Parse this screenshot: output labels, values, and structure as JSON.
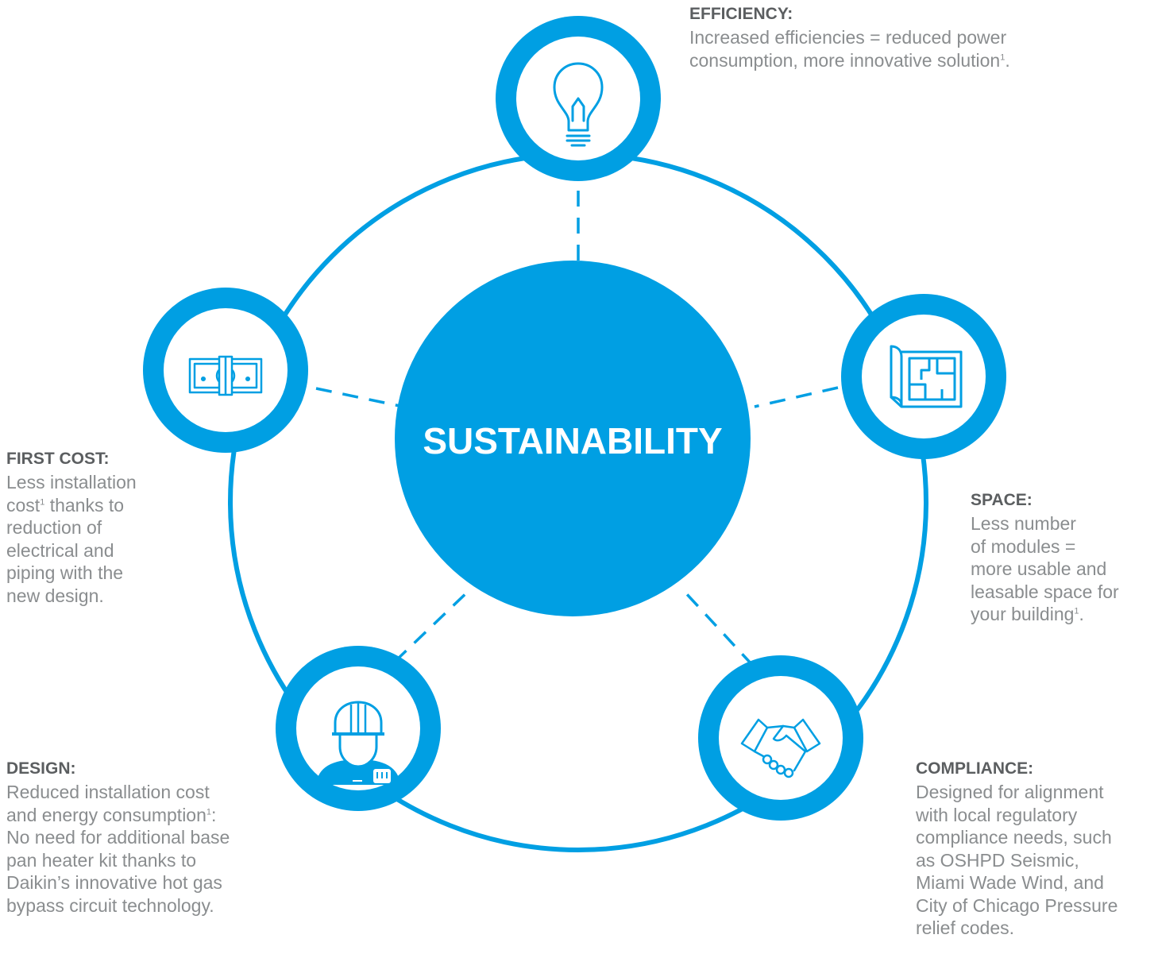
{
  "center": {
    "label": "SUSTAINABILITY"
  },
  "colors": {
    "primary": "#009fe3",
    "text": "#8a8d8f",
    "title": "#5b5e60"
  },
  "nodes": [
    {
      "id": "efficiency",
      "arc_label": "EFFICIENCY",
      "icon": "lightbulb-icon"
    },
    {
      "id": "space",
      "arc_label": "SPACE",
      "icon": "floorplan-icon"
    },
    {
      "id": "compliance",
      "arc_label": "COMPLIANCE",
      "icon": "handshake-icon"
    },
    {
      "id": "design",
      "arc_label": "DESIGN",
      "icon": "engineer-icon"
    },
    {
      "id": "first_cost",
      "arc_label": "FIRST COST",
      "icon": "banknote-icon"
    }
  ],
  "descriptions": {
    "efficiency": {
      "title": "EFFICIENCY:",
      "lines": [
        "Increased efficiencies = reduced power",
        "consumption, more innovative solution"
      ],
      "footnote": "1",
      "end": "."
    },
    "first_cost": {
      "title": "FIRST COST:",
      "lines": [
        "Less installation",
        "cost",
        "thanks to",
        "reduction of",
        "electrical and",
        "piping with the",
        "new design."
      ],
      "footnote": "1"
    },
    "space": {
      "title": "SPACE:",
      "lines": [
        "Less number",
        "of modules =",
        "more usable and",
        "leasable space for",
        "your building"
      ],
      "footnote": "1",
      "end": "."
    },
    "design": {
      "title": "DESIGN:",
      "lines": [
        "Reduced installation cost",
        "and energy consumption",
        ":",
        "No need for additional base",
        "pan heater kit thanks to",
        "Daikin’s innovative hot gas",
        "bypass circuit technology."
      ],
      "footnote": "1"
    },
    "compliance": {
      "title": "COMPLIANCE:",
      "lines": [
        "Designed for alignment",
        "with local regulatory",
        "compliance needs, such",
        "as OSHPD Seismic,",
        "Miami Wade Wind, and",
        "City of Chicago Pressure",
        "relief codes."
      ]
    }
  }
}
